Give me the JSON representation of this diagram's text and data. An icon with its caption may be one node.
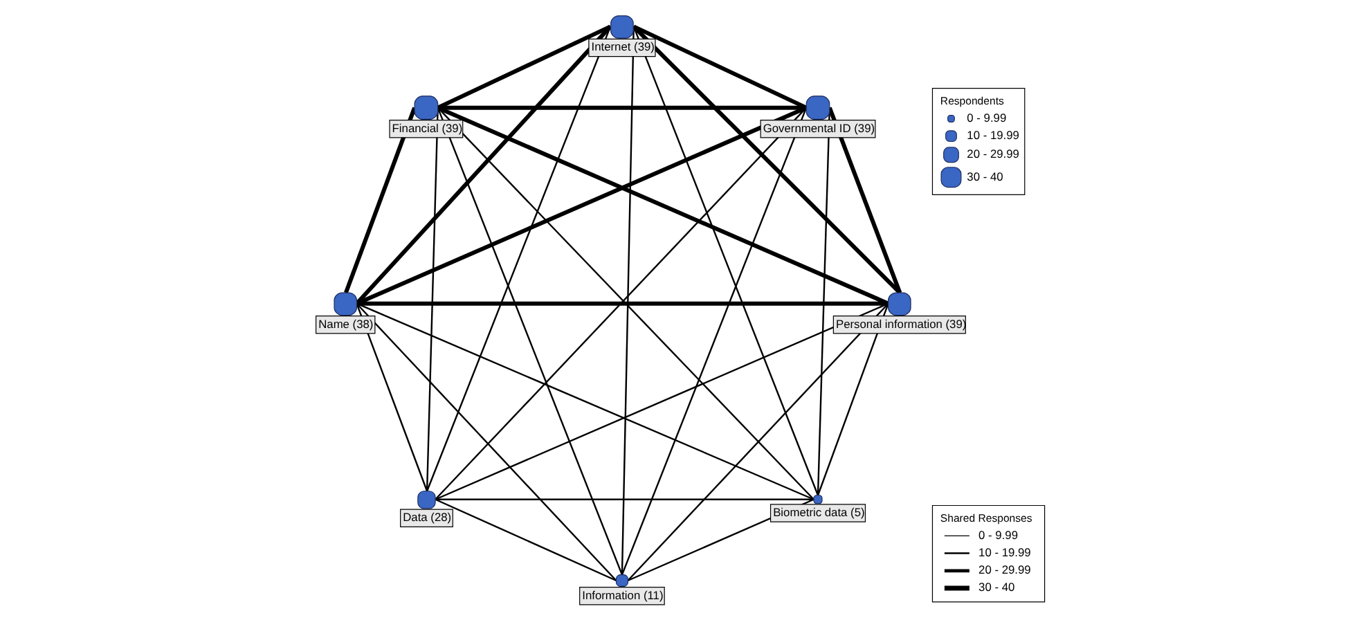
{
  "diagram": {
    "nodes": [
      {
        "text": [
          "Biometric data (5)"
        ]
      },
      {
        "text": [
          "Personal information (39)"
        ]
      },
      {
        "text": [
          "Data (28)"
        ]
      },
      {
        "text": [
          "Name (38)"
        ]
      },
      {
        "text": [
          "Financial (39)"
        ]
      },
      {
        "text": [
          "Internet (39)"
        ]
      },
      {
        "text": [
          "Governmental ID (39)"
        ]
      },
      {
        "text": [
          "Information (11)"
        ]
      }
    ],
    "edges": [
      {
        "from": 0,
        "to": 1,
        "arrow": "none"
      },
      {
        "from": 0,
        "to": 2,
        "arrow": "none"
      },
      {
        "from": 0,
        "to": 3,
        "arrow": "none"
      },
      {
        "from": 0,
        "to": 4,
        "arrow": "none"
      },
      {
        "from": 0,
        "to": 5,
        "arrow": "none"
      },
      {
        "from": 0,
        "to": 6,
        "arrow": "none"
      },
      {
        "from": 0,
        "to": 7,
        "arrow": "none"
      },
      {
        "from": 1,
        "to": 2,
        "arrow": "none"
      },
      {
        "from": 1,
        "to": 3,
        "arrow": "none",
        "style": "thick"
      },
      {
        "from": 1,
        "to": 4,
        "arrow": "none",
        "style": "thick"
      },
      {
        "from": 1,
        "to": 5,
        "arrow": "none",
        "style": "thick"
      },
      {
        "from": 1,
        "to": 6,
        "arrow": "none",
        "style": "thick"
      },
      {
        "from": 1,
        "to": 7,
        "arrow": "none"
      },
      {
        "from": 2,
        "to": 3,
        "arrow": "none"
      },
      {
        "from": 2,
        "to": 4,
        "arrow": "none"
      },
      {
        "from": 2,
        "to": 5,
        "arrow": "none"
      },
      {
        "from": 2,
        "to": 6,
        "arrow": "none"
      },
      {
        "from": 2,
        "to": 7,
        "arrow": "none"
      },
      {
        "from": 3,
        "to": 4,
        "arrow": "none",
        "style": "thick"
      },
      {
        "from": 3,
        "to": 5,
        "arrow": "none",
        "style": "thick"
      },
      {
        "from": 3,
        "to": 6,
        "arrow": "none",
        "style": "thick"
      },
      {
        "from": 3,
        "to": 7,
        "arrow": "none"
      },
      {
        "from": 4,
        "to": 5,
        "arrow": "none",
        "style": "thick"
      },
      {
        "from": 4,
        "to": 6,
        "arrow": "none",
        "style": "thick"
      },
      {
        "from": 4,
        "to": 7,
        "arrow": "none"
      },
      {
        "from": 5,
        "to": 6,
        "arrow": "none",
        "style": "thick"
      },
      {
        "from": 5,
        "to": 7,
        "arrow": "none"
      },
      {
        "from": 6,
        "to": 7,
        "arrow": "none"
      }
    ],
    "labels": [
      "Shared Responses",
      "Respondents"
    ],
    "legend": [
      {
        "text": "0 - 9.99"
      },
      {
        "text": "10 - 19.99"
      },
      {
        "text": "20 - 29.99"
      },
      {
        "text": "30 - 40"
      },
      {
        "text": "0 - 9.99"
      },
      {
        "text": "10 - 19.99"
      },
      {
        "text": "20 - 29.99"
      },
      {
        "text": "30 - 40"
      }
    ]
  }
}
